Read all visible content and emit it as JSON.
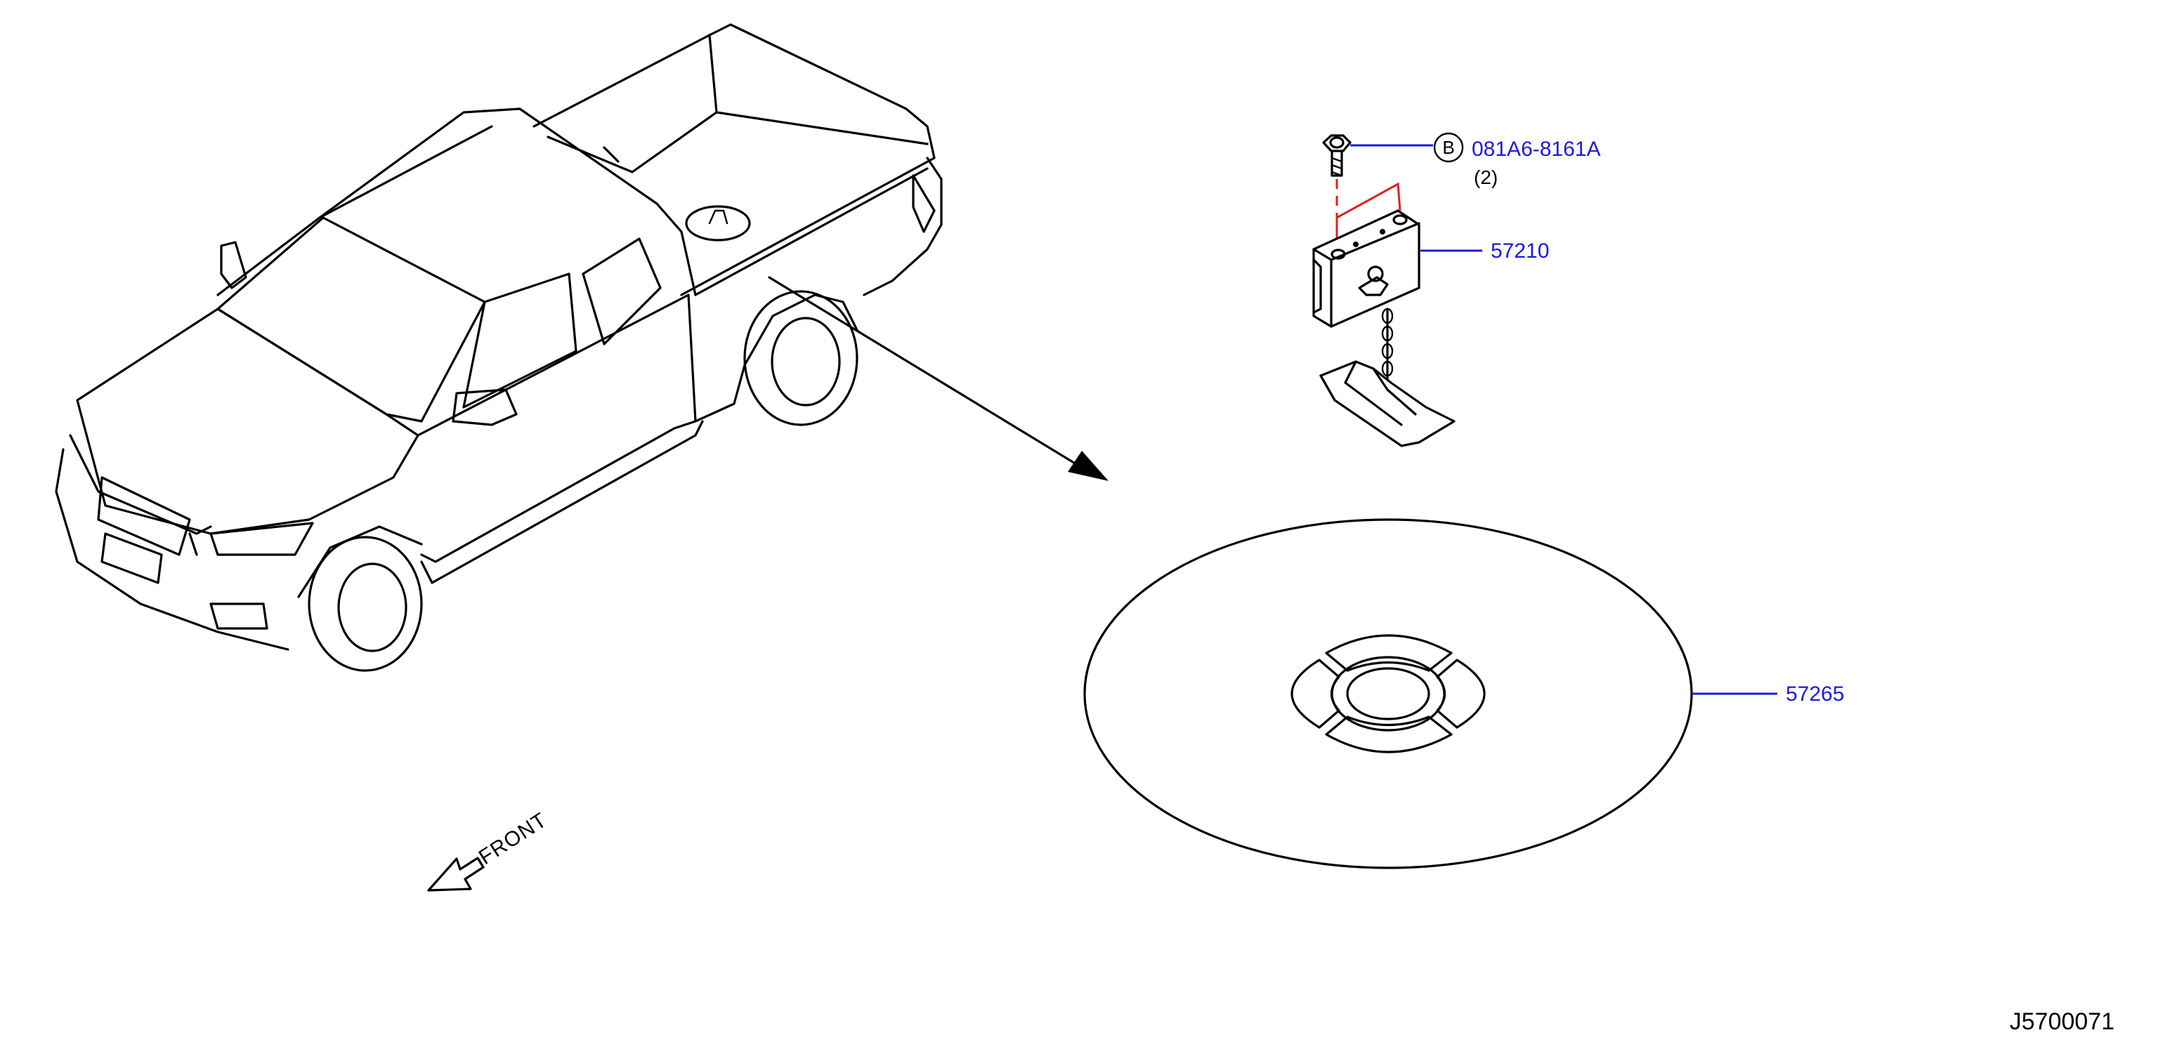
{
  "parts": [
    {
      "id": "bolt",
      "number": "081A6-8161A",
      "quantity": "(2)",
      "prefix": "B"
    },
    {
      "id": "spare-tire-hanger",
      "number": "57210"
    },
    {
      "id": "spare-tire-cover",
      "number": "57265"
    }
  ],
  "front_label": "FRONT",
  "diagram_ref": "J5700071",
  "colors": {
    "callout": "#1a1adf",
    "guide_line": "#e02020",
    "line_art": "#000000"
  }
}
